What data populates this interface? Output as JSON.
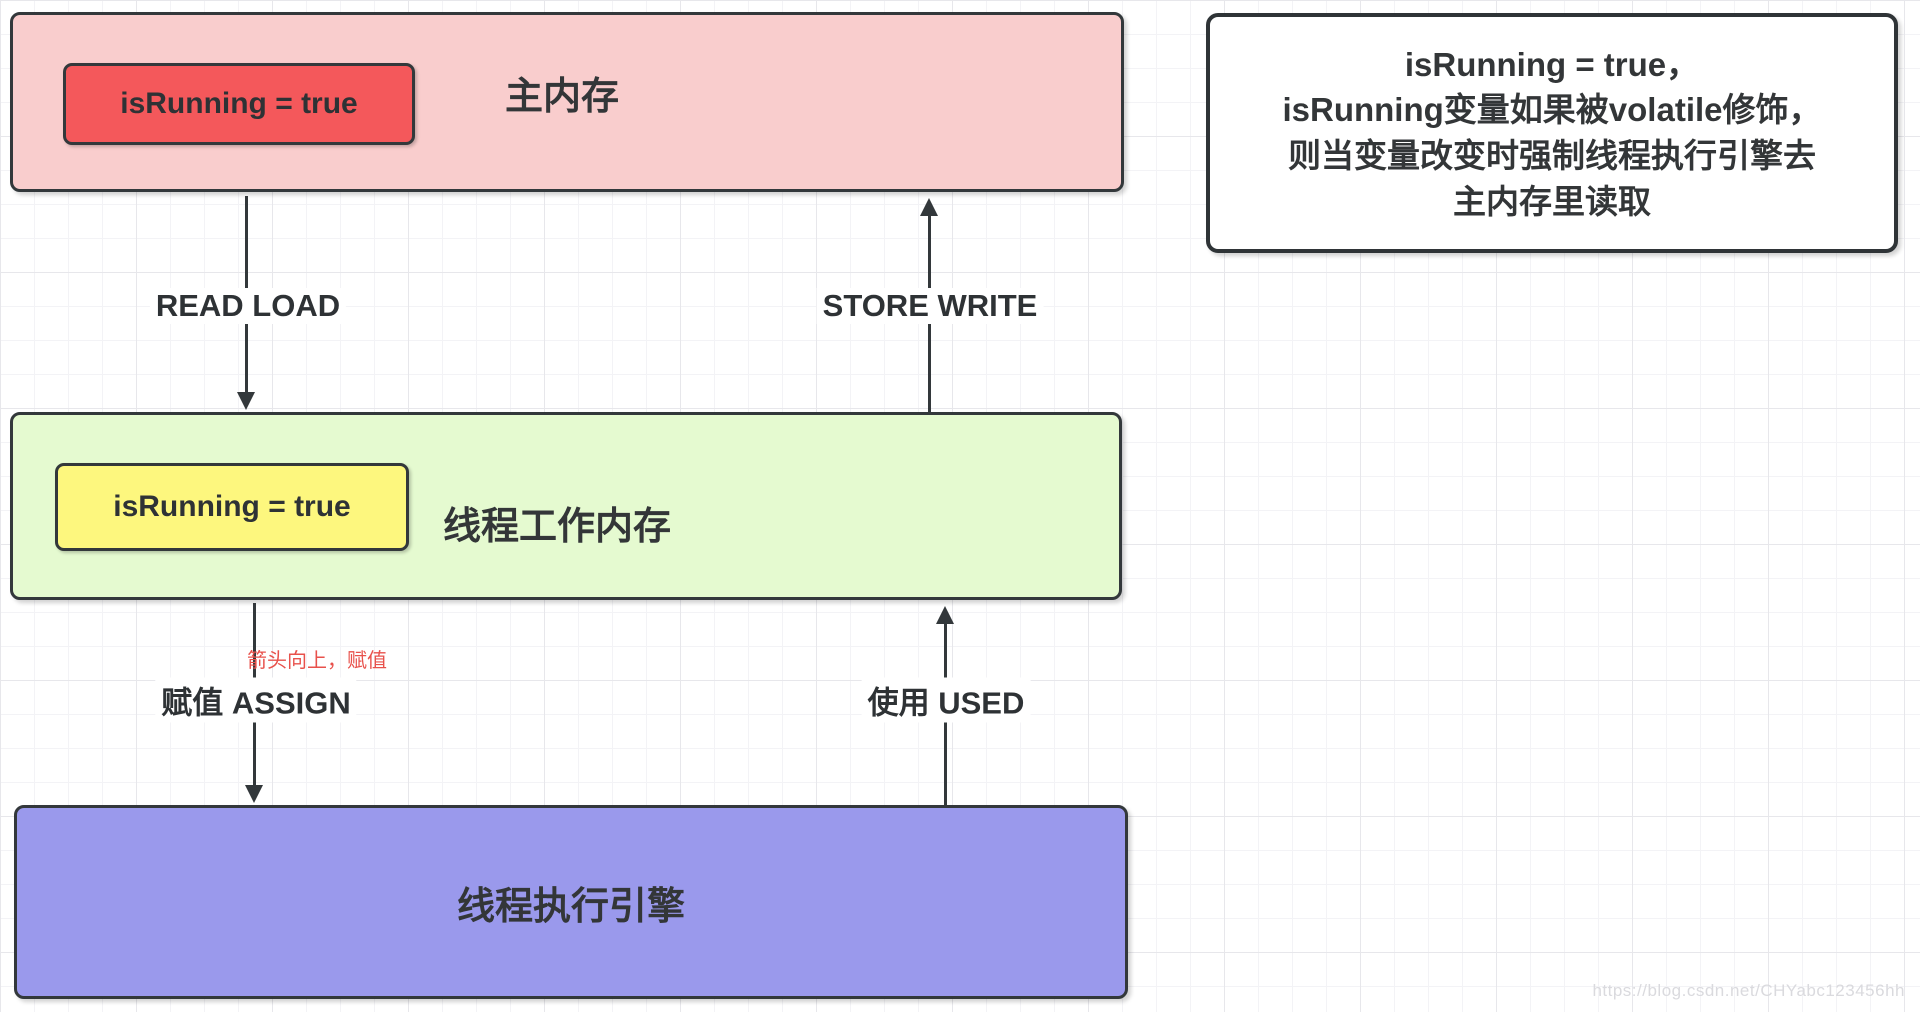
{
  "diagram": {
    "main_memory": {
      "label": "主内存",
      "variable": "isRunning = true",
      "fill": "#f9cdcd",
      "chip_fill": "#f4585b"
    },
    "working_memory": {
      "label": "线程工作内存",
      "variable": "isRunning = true",
      "fill": "#e5fad0",
      "chip_fill": "#fdf77e"
    },
    "engine": {
      "label": "线程执行引擎",
      "fill": "#9a99ec"
    },
    "edges": {
      "read_load": "READ LOAD",
      "store_write": "STORE WRITE",
      "assign": "赋值 ASSIGN",
      "used": "使用 USED"
    },
    "annotation": {
      "text": "箭头向上，赋值",
      "color": "#e8514b"
    },
    "note": {
      "lines": [
        "isRunning = true，",
        "isRunning变量如果被volatile修饰，",
        "则当变量改变时强制线程执行引擎去",
        "主内存里读取"
      ]
    },
    "watermark": "https://blog.csdn.net/CHYabc123456hh",
    "line_color": "#33383b"
  }
}
